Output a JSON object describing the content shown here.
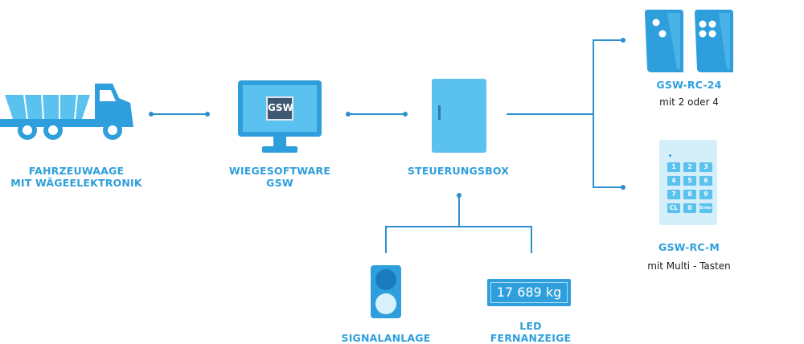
{
  "nodes": {
    "truck": {
      "line1": "FAHRZEUWAAGE",
      "line2": "MIT WÄGEELEKTRONIK"
    },
    "software": {
      "line1": "WIEGESOFTWARE",
      "line2": "GSW",
      "screen_text": "GSW"
    },
    "box": {
      "label": "STEUERUNGSBOX"
    },
    "rc24": {
      "title": "GSW-RC-24",
      "subtitle": "mit 2 oder 4"
    },
    "rcm": {
      "title": "GSW-RC-M",
      "subtitle": "mit Multi - Tasten",
      "keys": [
        "1",
        "2",
        "3",
        "4",
        "5",
        "6",
        "7",
        "8",
        "9",
        "CL",
        "0",
        "Enter"
      ]
    },
    "signal": {
      "label": "SIGNALANLAGE"
    },
    "led": {
      "line1": "LED",
      "line2": "FERNANZEIGE",
      "display": "17 689 kg"
    }
  },
  "colors": {
    "blue": "#2e9fdc",
    "light_blue": "#5bc2f0",
    "dark_blue": "#1a7cc0",
    "line": "#2e8fd0"
  }
}
